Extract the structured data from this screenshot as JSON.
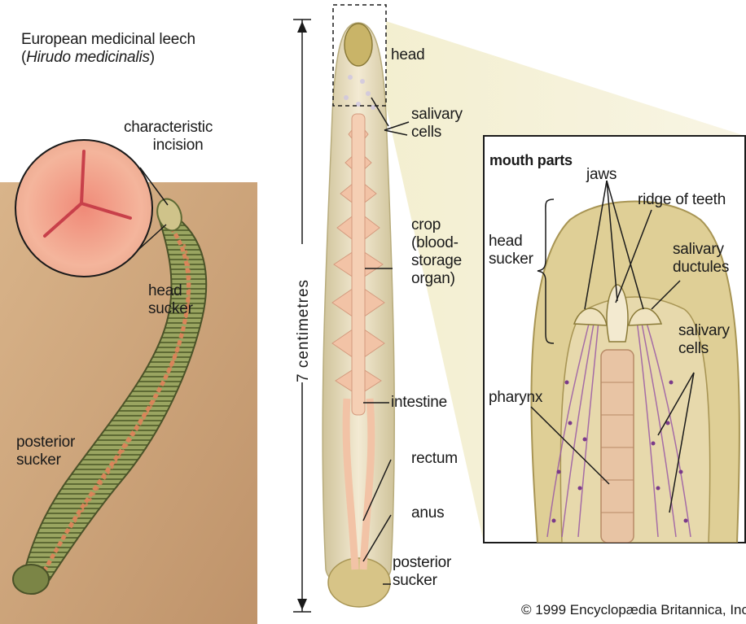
{
  "title": {
    "line1": "European medicinal leech",
    "line2_open": "(",
    "line2_species": "Hirudo medicinalis",
    "line2_close": ")"
  },
  "left_labels": {
    "characteristic_incision": [
      "characteristic",
      "incision"
    ],
    "head_sucker": [
      "head",
      "sucker"
    ],
    "posterior_sucker": [
      "posterior",
      "sucker"
    ]
  },
  "scale": {
    "label": "7 centimetres"
  },
  "center_labels": {
    "head": [
      "head"
    ],
    "salivary_cells": [
      "salivary",
      "cells"
    ],
    "crop": [
      "crop",
      "(blood-",
      "storage",
      "organ)"
    ],
    "intestine": [
      "intestine"
    ],
    "rectum": [
      "rectum"
    ],
    "anus": [
      "anus"
    ],
    "posterior_sucker": [
      "posterior",
      "sucker"
    ]
  },
  "inset": {
    "title": "mouth parts",
    "labels": {
      "jaws": [
        "jaws"
      ],
      "ridge_of_teeth": [
        "ridge of teeth"
      ],
      "head_sucker": [
        "head",
        "sucker"
      ],
      "salivary_ductules": [
        "salivary",
        "ductules"
      ],
      "salivary_cells": [
        "salivary",
        "cells"
      ],
      "pharynx": [
        "pharynx"
      ]
    }
  },
  "copyright": "© 1999 Encyclopædia Britannica, Inc.",
  "colors": {
    "background_panel": "#c9a27a",
    "leech_body": "#8f9a5a",
    "leech_stripe": "#d9855a",
    "incision_skin": "#f0a08a",
    "organ_pink": "#f2c3a6",
    "inset_frame": "#1a1a1a",
    "inset_sucker": "#dfcf96",
    "salivary_purple": "#9a5aa6"
  }
}
